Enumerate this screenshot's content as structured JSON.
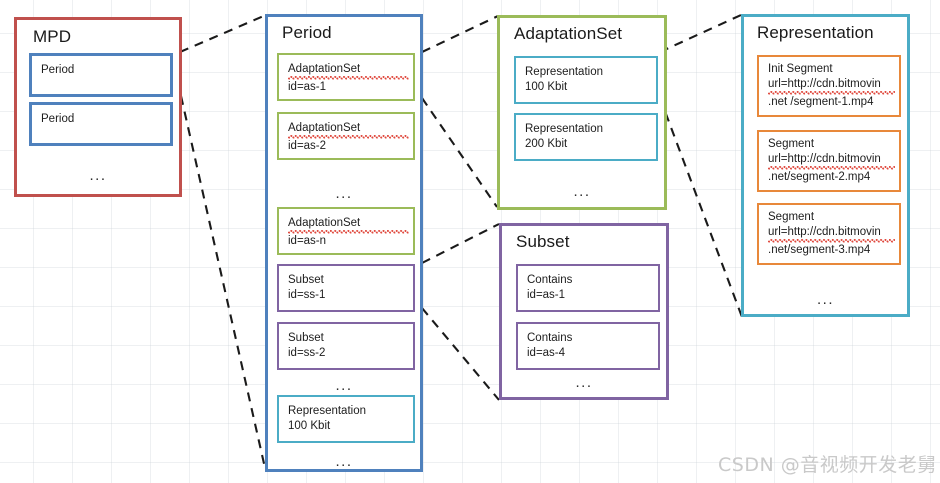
{
  "diagram": {
    "title": "MPEG-DASH MPD hierarchy",
    "colors": {
      "mpd_red": "#C0504D",
      "period_blue": "#4F81BD",
      "adaptationset_green": "#9BBB59",
      "subset_purple": "#8064A2",
      "representation_teal": "#4BACC6",
      "segment_orange": "#E8883A",
      "text": "#1d1d1d",
      "connector": "#1a1a1a",
      "watermark": "#c9c9c9"
    },
    "ellipsis": "...",
    "panels": [
      {
        "id": "mpd",
        "title": "MPD",
        "border_color": "#C0504D",
        "children": [
          {
            "id": "mpd-period-1",
            "line1": "Period",
            "line2": "",
            "border_color": "#4F81BD"
          },
          {
            "id": "mpd-period-2",
            "line1": "Period",
            "line2": "",
            "border_color": "#4F81BD"
          }
        ],
        "trailing_ellipsis": "..."
      },
      {
        "id": "period",
        "title": "Period",
        "border_color": "#4F81BD",
        "children": [
          {
            "id": "as-1",
            "line1": "AdaptationSet",
            "line1_spellcheck": true,
            "line2": "id=as-1",
            "border_color": "#9BBB59"
          },
          {
            "id": "as-2",
            "line1": "AdaptationSet",
            "line1_spellcheck": true,
            "line2": "id=as-2",
            "border_color": "#9BBB59"
          },
          {
            "id": "as-gap",
            "ellipsis": "..."
          },
          {
            "id": "as-n",
            "line1": "AdaptationSet",
            "line1_spellcheck": true,
            "line2": "id=as-n",
            "border_color": "#9BBB59"
          },
          {
            "id": "ss-1",
            "line1": "Subset",
            "line2": "id=ss-1",
            "border_color": "#8064A2"
          },
          {
            "id": "ss-2",
            "line1": "Subset",
            "line2": "id=ss-2",
            "border_color": "#8064A2"
          },
          {
            "id": "ss-gap",
            "ellipsis": "..."
          },
          {
            "id": "rep-100",
            "line1": "Representation",
            "line2": "100 Kbit",
            "border_color": "#4BACC6"
          }
        ],
        "trailing_ellipsis": "..."
      },
      {
        "id": "adaptationset",
        "title": "AdaptationSet",
        "border_color": "#9BBB59",
        "children": [
          {
            "id": "asrep-100",
            "line1": "Representation",
            "line2": "100 Kbit",
            "border_color": "#4BACC6"
          },
          {
            "id": "asrep-200",
            "line1": "Representation",
            "line2": "200 Kbit",
            "border_color": "#4BACC6"
          }
        ],
        "trailing_ellipsis": "..."
      },
      {
        "id": "subset",
        "title": "Subset",
        "border_color": "#8064A2",
        "children": [
          {
            "id": "contains-as-1",
            "line1": "Contains",
            "line2": "id=as-1",
            "border_color": "#8064A2"
          },
          {
            "id": "contains-as-4",
            "line1": "Contains",
            "line2": "id=as-4",
            "border_color": "#8064A2"
          }
        ],
        "trailing_ellipsis": "..."
      },
      {
        "id": "representation",
        "title": "Representation",
        "border_color": "#4BACC6",
        "children": [
          {
            "id": "init-segment",
            "line1": "Init Segment",
            "line2": "url=http://cdn.bitmovin",
            "line2_spellcheck_word": "url",
            "line3": ".net /segment-1.mp4",
            "border_color": "#E8883A"
          },
          {
            "id": "segment-2",
            "line1": "Segment",
            "line2": "url=http://cdn.bitmovin",
            "line2_spellcheck_word": "url",
            "line3": ".net/segment-2.mp4",
            "border_color": "#E8883A"
          },
          {
            "id": "segment-3",
            "line1": "Segment",
            "line2": "url=http://cdn.bitmovin",
            "line2_spellcheck_word": "url",
            "line3": ".net/segment-3.mp4",
            "border_color": "#E8883A"
          }
        ],
        "trailing_ellipsis": "..."
      }
    ],
    "connectors": [
      {
        "id": "mpd-to-period-top",
        "from": "mpd.period-1.top-right",
        "to": "period.top-left"
      },
      {
        "id": "mpd-to-period-bottom",
        "from": "mpd.period-1.bottom-right",
        "to": "period.bottom-left"
      },
      {
        "id": "period-to-adaptationset-top",
        "from": "period.as-1.top-right",
        "to": "adaptationset.top-left"
      },
      {
        "id": "period-to-adaptationset-bottom",
        "from": "period.as-1.bottom-right",
        "to": "adaptationset.bottom-left"
      },
      {
        "id": "period-to-subset-top",
        "from": "period.ss-1.top-right",
        "to": "subset.top-left"
      },
      {
        "id": "period-to-subset-bottom",
        "from": "period.ss-1.bottom-right",
        "to": "subset.bottom-left"
      },
      {
        "id": "adaptationset-to-representation-top",
        "from": "adaptationset.rep-100.top-right",
        "to": "representation.top-left"
      },
      {
        "id": "adaptationset-to-representation-bottom",
        "from": "adaptationset.rep-100.bottom-right",
        "to": "representation.bottom-left"
      }
    ]
  },
  "watermark": {
    "text": "CSDN @音视频开发老舅"
  }
}
